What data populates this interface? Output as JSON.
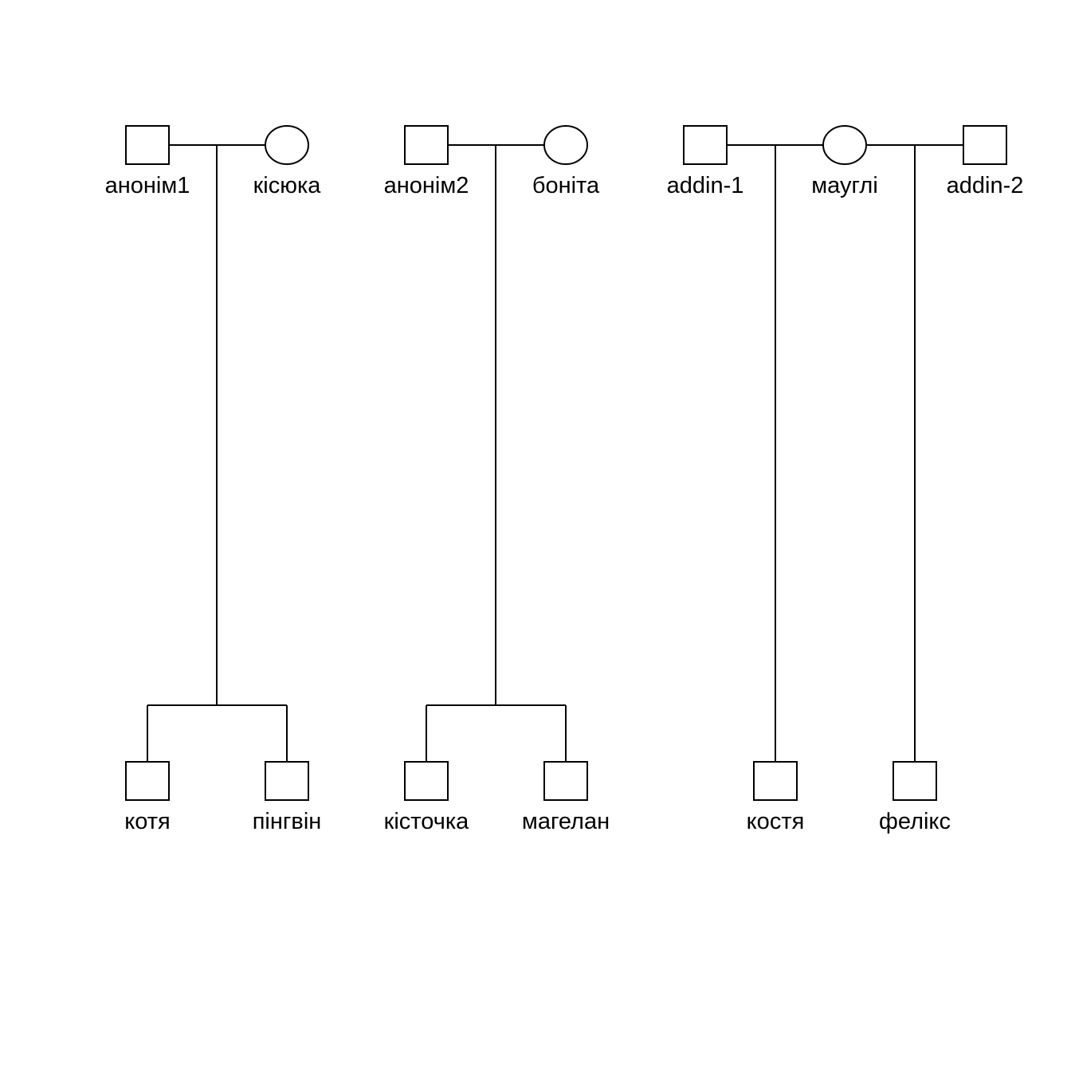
{
  "colors": {
    "background": "#ffffff",
    "stroke": "#000000"
  },
  "pedigree": {
    "individuals": {
      "a1": {
        "label": "анонім1",
        "sex": "male"
      },
      "kis": {
        "label": "кісюка",
        "sex": "female"
      },
      "a2": {
        "label": "анонім2",
        "sex": "male"
      },
      "bon": {
        "label": "боніта",
        "sex": "female"
      },
      "ad1": {
        "label": "addin-1",
        "sex": "male"
      },
      "mau": {
        "label": "мауглі",
        "sex": "female"
      },
      "ad2": {
        "label": "addin-2",
        "sex": "male"
      },
      "kot": {
        "label": "котя",
        "sex": "male"
      },
      "pin": {
        "label": "пінгвін",
        "sex": "male"
      },
      "kst": {
        "label": "кісточка",
        "sex": "male"
      },
      "mag": {
        "label": "магелан",
        "sex": "male"
      },
      "kos": {
        "label": "костя",
        "sex": "male"
      },
      "fel": {
        "label": "фелікс",
        "sex": "male"
      }
    },
    "unions": [
      {
        "id": "u1",
        "partners": [
          "a1",
          "kis"
        ],
        "children": [
          "kot",
          "pin"
        ]
      },
      {
        "id": "u2",
        "partners": [
          "a2",
          "bon"
        ],
        "children": [
          "kst",
          "mag"
        ]
      },
      {
        "id": "u3",
        "partners": [
          "ad1",
          "mau"
        ],
        "children": [
          "kos"
        ]
      },
      {
        "id": "u4",
        "partners": [
          "mau",
          "ad2"
        ],
        "children": [
          "fel"
        ]
      }
    ]
  }
}
